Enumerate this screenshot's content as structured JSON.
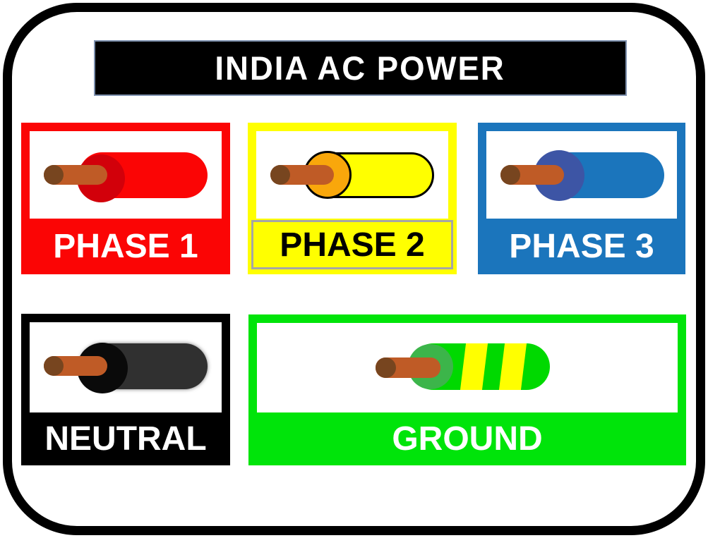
{
  "title": {
    "text": "INDIA AC POWER"
  },
  "cards": [
    {
      "id": "phase1",
      "label": "PHASE 1",
      "icon": "red-wire-icon",
      "wire_color": "red"
    },
    {
      "id": "phase2",
      "label": "PHASE 2",
      "icon": "yellow-wire-icon",
      "wire_color": "yellow"
    },
    {
      "id": "phase3",
      "label": "PHASE 3",
      "icon": "blue-wire-icon",
      "wire_color": "blue"
    },
    {
      "id": "neutral",
      "label": "NEUTRAL",
      "icon": "black-wire-icon",
      "wire_color": "black"
    },
    {
      "id": "ground",
      "label": "GROUND",
      "icon": "green-yellow-wire-icon",
      "wire_color": "green-yellow"
    }
  ],
  "colors": {
    "frame_border": "#000000",
    "title_bg": "#000000",
    "title_border": "#7E91AF",
    "title_text": "#FFFFFF",
    "phase1": "#FB0505",
    "phase1_endcap": "#D2000A",
    "phase2": "#FFFF00",
    "phase2_endcap": "#F9A70B",
    "phase2_outline": "#000000",
    "phase2_label_border": "#A6A6A6",
    "phase3": "#1B75BC",
    "phase3_endcap": "#3D55A5",
    "neutral": "#000000",
    "neutral_body": "#303030",
    "neutral_endcap": "#0A0A0A",
    "ground": "#00E40A",
    "ground_body": "#00D900",
    "ground_endcap": "#3CB54A",
    "ground_stripe": "#FFFF00",
    "copper": "#BF5B26",
    "copper_tip": "#77451F"
  }
}
